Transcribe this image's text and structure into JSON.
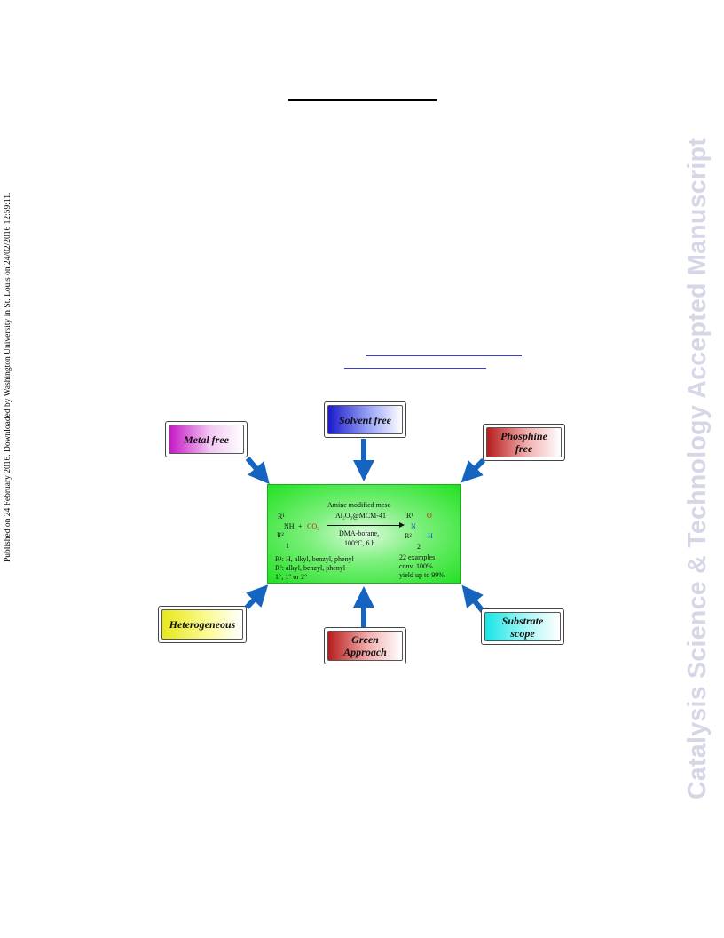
{
  "sidebar_left": {
    "text": "Published on 24 February 2016. Downloaded by Washington University in St. Louis on 24/02/2016 12:59:11."
  },
  "sidebar_right": {
    "text": "Catalysis Science & Technology Accepted Manuscript"
  },
  "labels": {
    "metal_free": "Metal free",
    "solvent_free": "Solvent free",
    "phosphine_free": "Phosphine free",
    "heterogeneous": "Heterogeneous",
    "green_approach": "Green Approach",
    "substrate_scope": "Substrate scope"
  },
  "reaction": {
    "catalyst_line1": "Amine modified meso",
    "catalyst_line2": "Al₂O₃@MCM-41",
    "reagent": "DMA-borane,",
    "conditions": "100°C, 6 h",
    "r1": "R¹",
    "r2": "R²",
    "nh": "NH",
    "plus": "+",
    "co2": "CO₂",
    "compound_1": "1",
    "product_r1": "R¹",
    "product_r2": "R²",
    "product_n": "N",
    "product_o": "O",
    "product_h": "H",
    "compound_2": "2",
    "r1_def": "R¹: H, alkyl, benzyl, phenyl",
    "r2_def": "R²: alkyl, benzyl, phenyl",
    "r_def3": "1°, 1° or 2°",
    "examples": "22 examples",
    "conversion": "conv. 100%",
    "yield": "yield up to 99%"
  },
  "colors": {
    "arrow": "#1565c0",
    "center_box": "#22e022",
    "watermark": "#d5d6e6"
  }
}
